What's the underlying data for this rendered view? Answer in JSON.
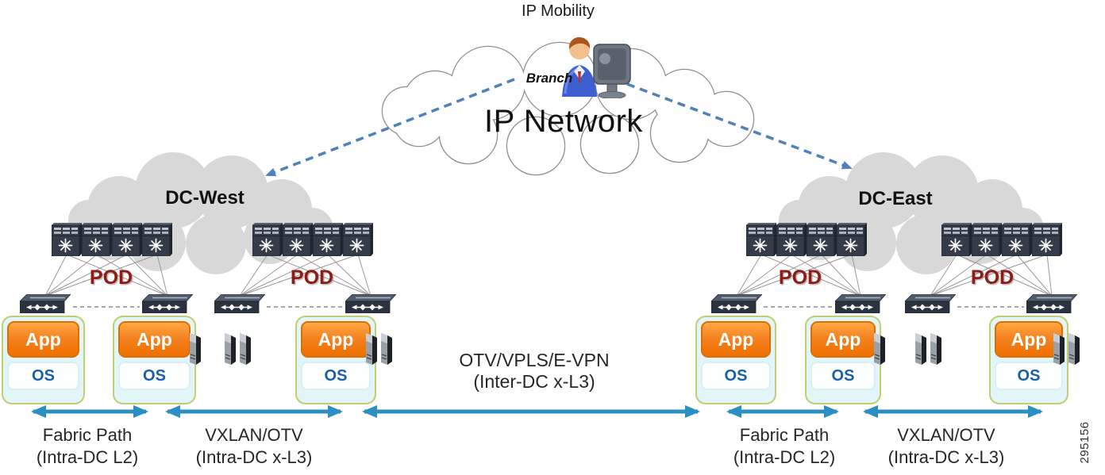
{
  "title": "IP Mobility",
  "ip_network_cloud": {
    "label": "IP Network",
    "branch_label": "Branch"
  },
  "datacenters": {
    "west": {
      "label": "DC-West"
    },
    "east": {
      "label": "DC-East"
    }
  },
  "pod_label": "POD",
  "app_os_box": {
    "app_label": "App",
    "os_label": "OS"
  },
  "link_labels": {
    "fabric_path": {
      "line1": "Fabric Path",
      "line2": "(Intra-DC L2)"
    },
    "vxlan_otv": {
      "line1": "VXLAN/OTV",
      "line2": "(Intra-DC x-L3)"
    },
    "inter_dc": {
      "line1": "OTV/VPLS/E-VPN",
      "line2": "(Inter-DC x-L3)"
    }
  },
  "figure_number": "295156",
  "colors": {
    "app_orange": "#F58220",
    "app_border_orange": "#E06D00",
    "os_text_blue": "#1C5FA8",
    "box_border_green": "#C2CE71",
    "box_fill_cyan": "#E2F6FA",
    "pod_red": "#8E1B14",
    "link_arrow_blue": "#2B8FC4",
    "wan_dashed_arrow_blue": "#4F81BD",
    "dc_cloud_gray": "#D8D8D8",
    "switch_dark": "#323A47"
  }
}
